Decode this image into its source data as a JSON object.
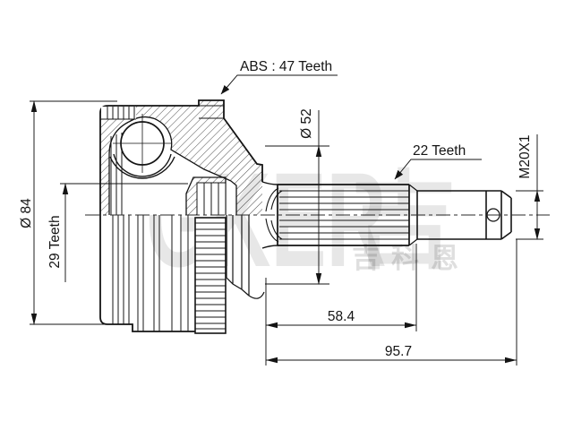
{
  "drawing": {
    "type": "technical-section-drawing",
    "subject": "CV joint outer race with splined shaft",
    "background": "#ffffff",
    "ink": "#141414"
  },
  "watermark": {
    "latin": "GKER",
    "cjk_large": "吉",
    "cjk_small": "吉科恩"
  },
  "callouts": {
    "abs_ring": "ABS : 47 Teeth",
    "shaft_spline": "22 Teeth",
    "hub_spline": "29 Teeth",
    "thread": "M20X1"
  },
  "dimensions": {
    "outer_diameter": "Ø 84",
    "opening_diameter": "Ø 52",
    "spline_length": "58.4",
    "overall_length": "95.7"
  }
}
